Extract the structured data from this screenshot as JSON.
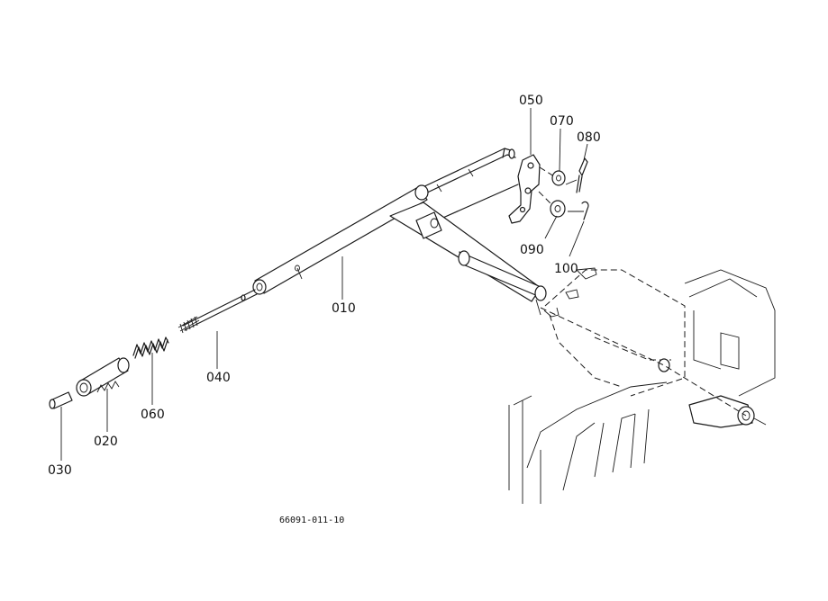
{
  "diagram": {
    "drawing_number": "66091-011-10",
    "callouts": {
      "p010": "010",
      "p020": "020",
      "p030": "030",
      "p040": "040",
      "p050": "050",
      "p060": "060",
      "p070": "070",
      "p080": "080",
      "p090": "090",
      "p100": "100"
    }
  }
}
